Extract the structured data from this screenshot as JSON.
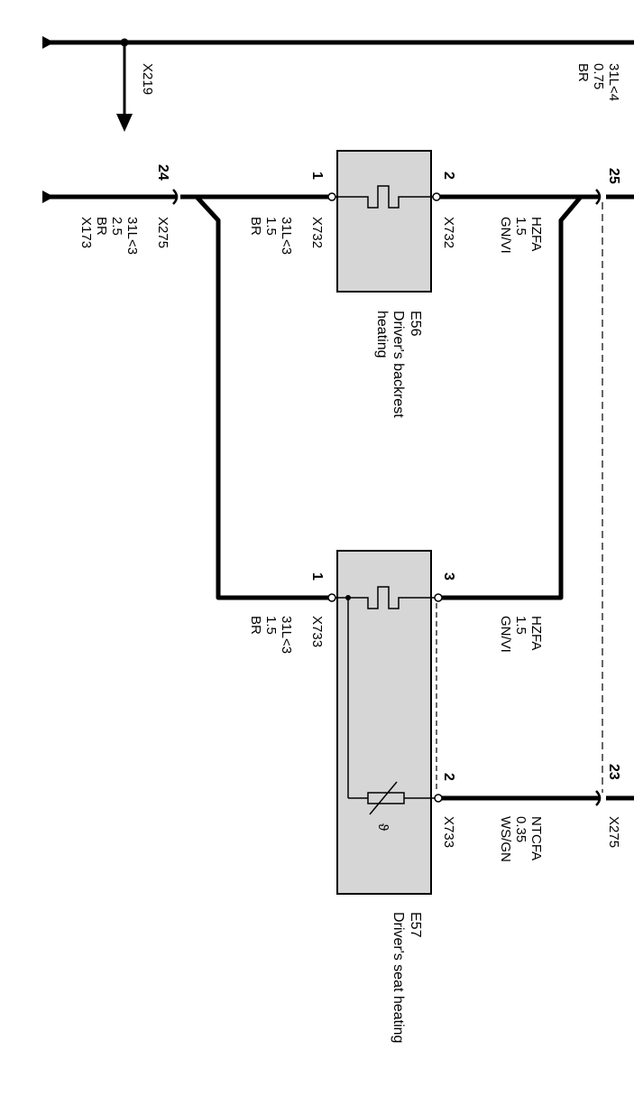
{
  "wires": {
    "top_bus": [
      "31L<4",
      "0.75",
      "BR"
    ],
    "branch": "X219",
    "left_24": [
      "X275",
      "31L<3",
      "2.5",
      "BR",
      "X173"
    ],
    "e56_pin1": [
      "X732",
      "31L<3",
      "1.5",
      "BR"
    ],
    "e56_pin2": [
      "X732",
      "HZFA",
      "1.5",
      "GN/VI"
    ],
    "e57_pin1": [
      "X733",
      "31L<3",
      "1.5",
      "BR"
    ],
    "e57_pin3": [
      "HZFA",
      "1.5",
      "GN/VI"
    ],
    "e57_pin2": [
      "X733",
      "NTCFA",
      "0.35",
      "WS/GN"
    ],
    "conn_23": "X275"
  },
  "pins": {
    "p24": "24",
    "p25": "25",
    "p23": "23",
    "e56_1": "1",
    "e56_2": "2",
    "e57_1": "1",
    "e57_3": "3",
    "e57_2": "2"
  },
  "components": {
    "e56": {
      "id": "E56",
      "desc": [
        "Driver's backrest",
        "heating"
      ]
    },
    "e57": {
      "id": "E57",
      "desc": [
        "Driver's seat heating"
      ]
    },
    "sensor_symbol": "ϑ"
  },
  "colors": {
    "wire": "#000000",
    "component_fill": "#d6d6d6",
    "background": "#ffffff"
  }
}
